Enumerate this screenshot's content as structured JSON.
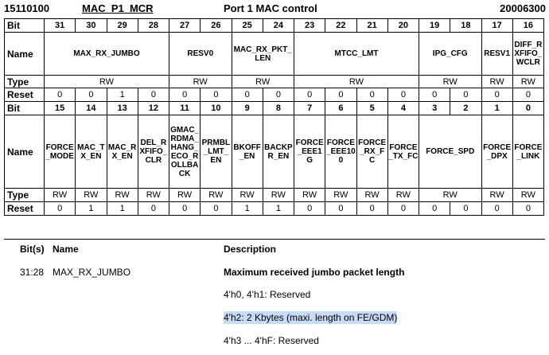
{
  "header": {
    "address": "15110100",
    "register_name": "MAC_P1_MCR",
    "title": "Port 1 MAC control",
    "reset_value": "20006300"
  },
  "row_labels": {
    "bit": "Bit",
    "name": "Name",
    "type": "Type",
    "reset": "Reset"
  },
  "upper": {
    "bits": [
      "31",
      "30",
      "29",
      "28",
      "27",
      "26",
      "25",
      "24",
      "23",
      "22",
      "21",
      "20",
      "19",
      "18",
      "17",
      "16"
    ],
    "names": [
      "MAX_RX_JUMBO",
      "RESV0",
      "MAC_RX_PKT_LEN",
      "MTCC_LMT",
      "IPG_CFG",
      "RESV1",
      "DIFF_RXFIFO_WCLR"
    ],
    "types": [
      "RW",
      "RW",
      "RW",
      "RW",
      "RW",
      "RW",
      "RW"
    ],
    "resets": [
      "0",
      "0",
      "1",
      "0",
      "0",
      "0",
      "0",
      "0",
      "0",
      "0",
      "0",
      "0",
      "0",
      "0",
      "0",
      "0"
    ]
  },
  "lower": {
    "bits": [
      "15",
      "14",
      "13",
      "12",
      "11",
      "10",
      "9",
      "8",
      "7",
      "6",
      "5",
      "4",
      "3",
      "2",
      "1",
      "0"
    ],
    "names": [
      "FORCE_MODE",
      "MAC_TX_EN",
      "MAC_RX_EN",
      "DEL_RXFIFO_CLR",
      "GMAC_RDMA_HANG_ECO_ROLLBACK",
      "PRMBL_LMT_EN",
      "BKOFF_EN",
      "BACKPR_EN",
      "FORCE_EEE1G",
      "FORCE_EEE100",
      "FORCE_RX_FC",
      "FORCE_TX_FC",
      "FORCE_SPD",
      "FORCE_DPX",
      "FORCE_LINK"
    ],
    "types": [
      "RW",
      "RW",
      "RW",
      "RW",
      "RW",
      "RW",
      "RW",
      "RW",
      "RW",
      "RW",
      "RW",
      "RW",
      "RW",
      "RW",
      "RW"
    ],
    "resets": [
      "0",
      "1",
      "1",
      "0",
      "0",
      "0",
      "1",
      "1",
      "0",
      "0",
      "0",
      "0",
      "0",
      "0",
      "0",
      "0"
    ]
  },
  "desc": {
    "headers": {
      "bits": "Bit(s)",
      "name": "Name",
      "description": "Description"
    },
    "field": {
      "bits": "31:28",
      "name": "MAX_RX_JUMBO",
      "title": "Maximum received jumbo packet length",
      "lines": [
        "4'h0, 4'h1: Reserved",
        "4'h2: 2 Kbytes (maxi. length on FE/GDM)",
        "4'h3 ... 4'hF: Reserved"
      ]
    },
    "highlight_color": "#c7dbf5"
  }
}
